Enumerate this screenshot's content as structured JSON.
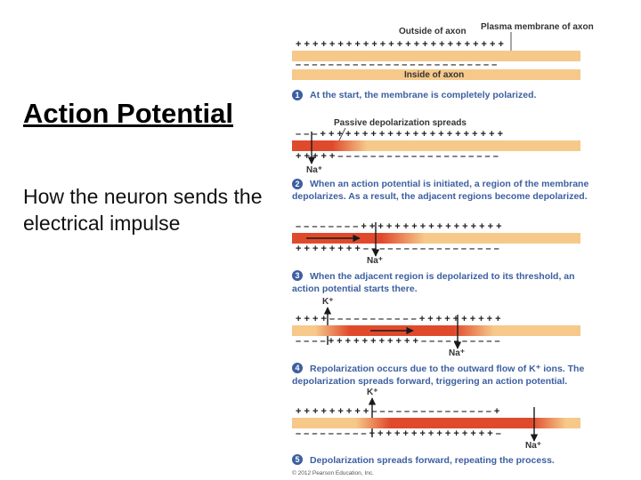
{
  "slide": {
    "title": "Action Potential",
    "subtitle": "How the neuron sends the electrical impulse"
  },
  "diagram": {
    "label_outside": "Outside of axon",
    "label_membrane": "Plasma membrane of axon",
    "label_inside": "Inside of axon",
    "label_passive": "Passive depolarization spreads",
    "ion_na": "Na⁺",
    "ion_k": "K⁺",
    "copyright": "© 2012 Pearson Education, Inc.",
    "colors": {
      "membrane": "#f6c98a",
      "depolarized": "#e04a2c",
      "caption": "#3c5fa0",
      "badge": "#3c5fa0"
    },
    "panels": [
      {
        "number": "1",
        "caption_lines": [
          "At the start, the membrane is completely polarized."
        ]
      },
      {
        "number": "2",
        "caption_lines": [
          "When an action potential is initiated, a region of the membrane",
          "depolarizes. As a result, the adjacent regions become depolarized."
        ]
      },
      {
        "number": "3",
        "caption_lines": [
          "When the adjacent region is depolarized to its threshold, an",
          "action potential starts there."
        ]
      },
      {
        "number": "4",
        "caption_lines": [
          "Repolarization occurs due to the outward flow of K⁺ ions. The",
          "depolarization spreads forward, triggering an action potential."
        ]
      },
      {
        "number": "5",
        "caption_lines": [
          "Depolarization spreads forward, repeating the process."
        ]
      }
    ]
  }
}
